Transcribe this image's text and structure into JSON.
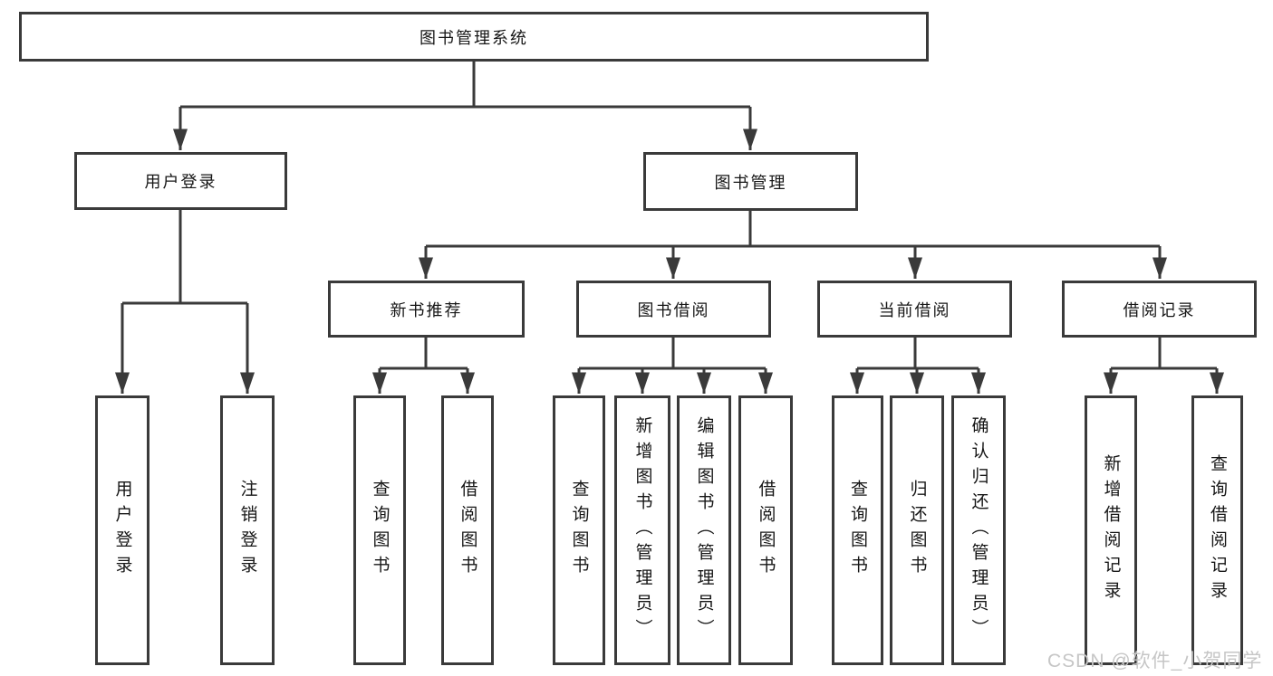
{
  "diagram_type": "hierarchy-tree",
  "tree": {
    "label": "图书管理系统",
    "children": [
      {
        "label": "用户登录",
        "children": [
          {
            "label": "用户登录"
          },
          {
            "label": "注销登录"
          }
        ]
      },
      {
        "label": "图书管理",
        "children": [
          {
            "label": "新书推荐",
            "children": [
              {
                "label": "查询图书"
              },
              {
                "label": "借阅图书"
              }
            ]
          },
          {
            "label": "图书借阅",
            "children": [
              {
                "label": "查询图书"
              },
              {
                "label": "新增图书（管理员）"
              },
              {
                "label": "编辑图书（管理员）"
              },
              {
                "label": "借阅图书"
              }
            ]
          },
          {
            "label": "当前借阅",
            "children": [
              {
                "label": "查询图书"
              },
              {
                "label": "归还图书"
              },
              {
                "label": "确认归还（管理员）"
              }
            ]
          },
          {
            "label": "借阅记录",
            "children": [
              {
                "label": "新增借阅记录"
              },
              {
                "label": "查询借阅记录"
              }
            ]
          }
        ]
      }
    ]
  },
  "watermark": {
    "text": "CSDN @软件_小贺同学"
  },
  "colors": {
    "line": "#3a3a3a",
    "box_border": "#3a3a3a",
    "box_background": "#ffffff",
    "text": "#161616",
    "watermark_text": "#c6c6c6",
    "page_background": "#ffffff"
  }
}
